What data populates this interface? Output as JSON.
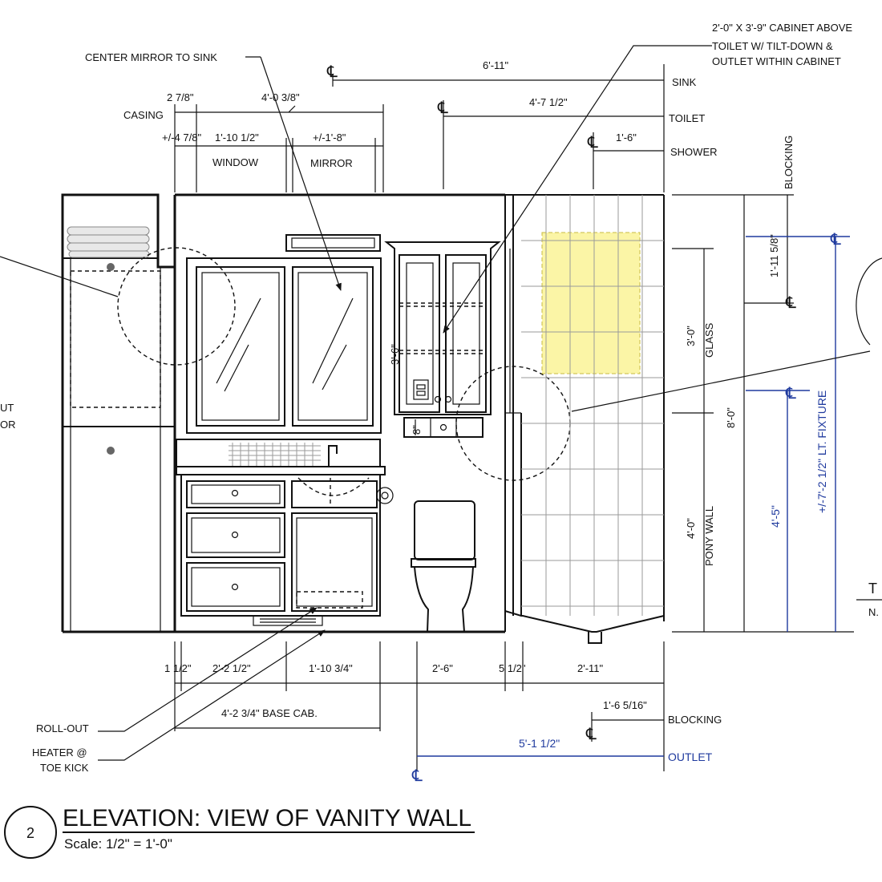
{
  "title": "ELEVATION: VIEW OF VANITY WALL",
  "scale": "Scale: 1/2\" = 1'-0\"",
  "detail_number": "2",
  "centerline_symbol": "℄",
  "colors": {
    "line": "#111111",
    "blue_dimension": "#1f3a9e",
    "light_fixture_highlight": "#fbf5a6",
    "tile_grid": "#9a9a9a"
  },
  "notes": {
    "center_mirror": "CENTER MIRROR TO SINK",
    "cabinet_above_1": "2'-0\" X 3'-9\" CABINET ABOVE",
    "cabinet_above_2": "TOILET W/ TILT-DOWN &",
    "cabinet_above_3": "OUTLET WITHIN CABINET",
    "roll_out": "ROLL-OUT",
    "heater_1": "HEATER @",
    "heater_2": "TOE KICK",
    "left_cut_1": "UT",
    "left_cut_2": "OR",
    "right_cut_1": "T",
    "right_cut_2": "N."
  },
  "top_dimensions": {
    "sink_run": "6'-11\"",
    "toilet_run": "4'-7 1/2\"",
    "shower_run": "1'-6\"",
    "sink_label": "SINK",
    "toilet_label": "TOILET",
    "shower_label": "SHOWER",
    "casing_label": "CASING",
    "casing": "2 7/8\"",
    "mirror_center": "4'-0 3/8\"",
    "left_offset": "+/-4 7/8\"",
    "window_width": "1'-10 1/2\"",
    "mirror_width": "+/-1'-8\"",
    "window_label": "WINDOW",
    "mirror_label": "MIRROR"
  },
  "side_dimensions": {
    "cabinet_height": "3'-6\"",
    "cabinet_base": "8\"",
    "glass_height": "3'-0\"",
    "glass_label": "GLASS",
    "pony_wall_height": "4'-0\"",
    "pony_wall_label": "PONY WALL",
    "overall_height": "8'-0\"",
    "blocking_label": "BLOCKING",
    "blocking_height": "1'-11 5/8\"",
    "fixture_height": "+/-7'-2 1/2\" LT. FIXTURE",
    "outlet_height": "4'-5\""
  },
  "bottom_dimensions": {
    "d1": "1 1/2\"",
    "d2": "2'-2 1/2\"",
    "d3": "1'-10 3/4\"",
    "d4": "2'-6\"",
    "d5": "5 1/2\"",
    "d6": "2'-11\"",
    "base_cab": "4'-2 3/4\" BASE CAB.",
    "blocking_dim": "1'-6 5/16\"",
    "blocking_label": "BLOCKING",
    "outlet_dim": "5'-1 1/2\"",
    "outlet_label": "OUTLET"
  }
}
